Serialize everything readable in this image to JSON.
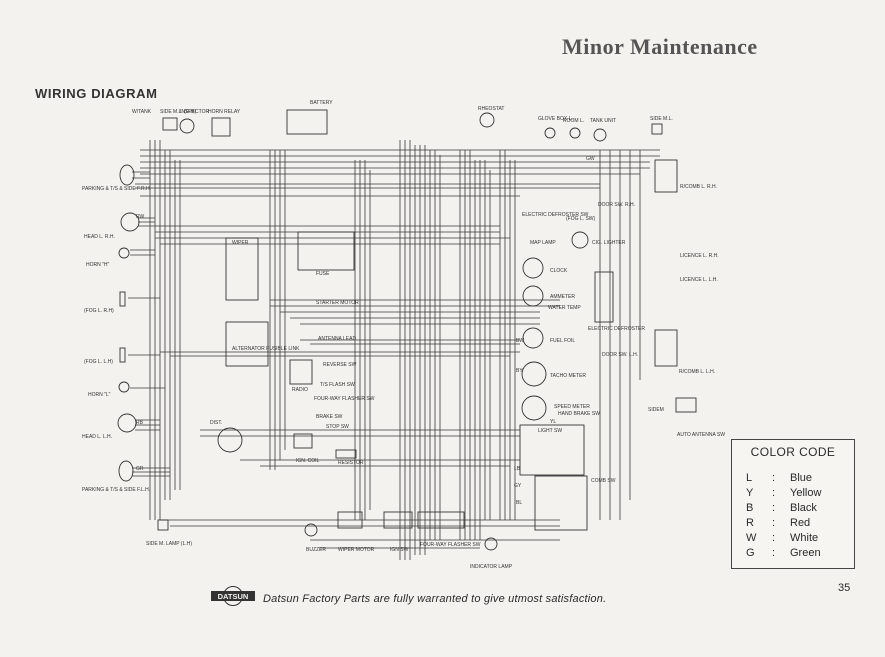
{
  "page": {
    "title": "Minor Maintenance",
    "section_title": "WIRING DIAGRAM",
    "page_number": "35",
    "footer_text": "Datsun Factory Parts are fully warranted to give utmost satisfaction.",
    "logo_text": "DATSUN"
  },
  "color_code": {
    "title": "COLOR CODE",
    "entries": [
      {
        "code": "L",
        "name": "Blue"
      },
      {
        "code": "Y",
        "name": "Yellow"
      },
      {
        "code": "B",
        "name": "Black"
      },
      {
        "code": "R",
        "name": "Red"
      },
      {
        "code": "W",
        "name": "White"
      },
      {
        "code": "G",
        "name": "Green"
      }
    ]
  },
  "components": {
    "parking_rh": "PARKING & T/S & SIDE F.R.H.",
    "head_rh": "HEAD L. R.H.",
    "horn_h": "HORN \"H\"",
    "fog_rh": "(FOG L. R.H)",
    "fog_lh": "(FOG L. L.H)",
    "horn_l": "HORN \"L\"",
    "head_lh": "HEAD L. L.H.",
    "parking_lh": "PARKING & T/S & SIDE F.L.H.",
    "side_m_lamp_lh": "SIDE M. LAMP (L.H)",
    "water_tank": "W/TANK",
    "side_ml_rh": "SIDE M.L. (R.H)",
    "inspector": "INSPECTOR",
    "horn_relay": "HORN RELAY",
    "battery": "BATTERY",
    "rheostat": "RHEOSTAT",
    "glove_box": "GLOVE BOX L.",
    "room_l": "ROOM L.",
    "tank_unit": "TANK UNIT",
    "side_ml": "SIDE M.L.",
    "r_comb_rh": "R/COMB L. R.H.",
    "door_sw_rh": "DOOR SW. R.H.",
    "electric_defroster_sw": "ELECTRIC DEFROSTER SW",
    "fog_sw": "(FOG L. SW)",
    "map_lamp": "MAP LAMP",
    "cig_lighter": "CIG. LIGHTER",
    "licence_rh": "LICENCE L. R.H.",
    "licence_lh": "LICENCE L. L.H.",
    "clock": "CLOCK",
    "ammeter": "AMMETER",
    "water_temp": "WATER TEMP",
    "electric_defroster": "ELECTRIC DEFROSTER",
    "fuel_foil": "FUEL FOIL",
    "door_sw_lh": "DOOR SW. L.H.",
    "tacho_meter": "TACHO METER",
    "r_comb_lh": "R/COMB L. L.H.",
    "speed_meter": "SPEED METER",
    "hand_brake_sw": "HAND BRAKE SW",
    "sidem": "SIDEM",
    "auto_antenna_sw": "AUTO ANTENNA SW",
    "wiper": "WIPER",
    "alternator_fusible_link": "ALTERNATOR FUSIBLE LINK",
    "starter_motor": "STARTER MOTOR",
    "fuse": "FUSE",
    "antenna_lead": "ANTENNA LEAD",
    "radio": "RADIO",
    "reverse_sw": "REVERSE SW",
    "ts_flash_sw": "T/S FLASH SW",
    "four_way_flasher_sw": "FOUR-WAY FLASHER SW",
    "brake_sw": "BRAKE SW",
    "stop_sw": "STOP SW",
    "dist": "DIST.",
    "ign_coil": "IGN. COIL",
    "resistor": "RESISTOR",
    "light_sw": "LIGHT SW",
    "comb_sw": "COMB SW",
    "buzzer": "BUZZER",
    "wiper_motor": "WIPER MOTOR",
    "ign_sw": "IGN SW",
    "four_way_flasher_sw_2": "FOUR-WAY FLASHER SW",
    "indicator_lamp": "INDICATOR LAMP"
  },
  "wire_tags": {
    "rw": "RW",
    "rb": "RB",
    "by": "BY",
    "gy": "GY",
    "lb": "LB",
    "bw": "BW",
    "yl": "YL",
    "gw": "GW",
    "bl": "BL",
    "gr": "GR"
  }
}
